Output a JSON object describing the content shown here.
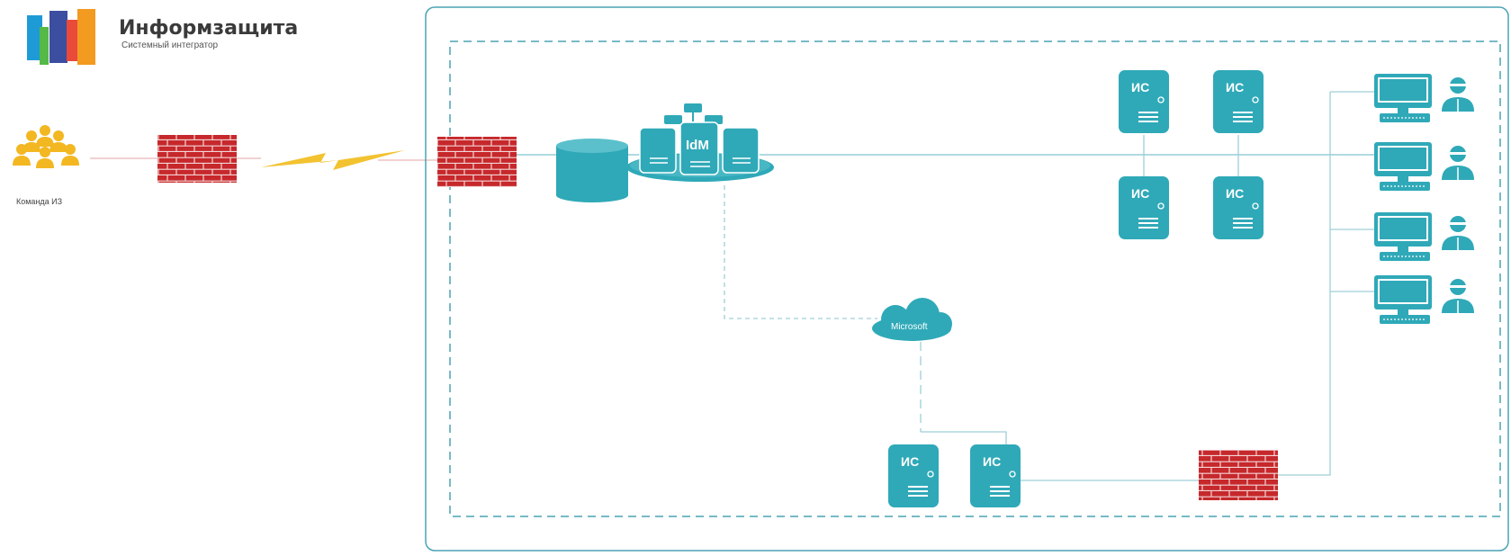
{
  "brand": {
    "name": "Информзащита",
    "tagline": "Системный интегратор"
  },
  "team_label": "Команда ИЗ",
  "idm_label": "IdM",
  "cloud_label": "Microsoft",
  "server_label": "ИС",
  "colors": {
    "teal": "#2fa9b8",
    "teal_dark": "#1f8c99",
    "firewall": "#c6282b",
    "lightning": "#f2c230",
    "team": "#f3b722",
    "border": "#4aa3b3"
  }
}
